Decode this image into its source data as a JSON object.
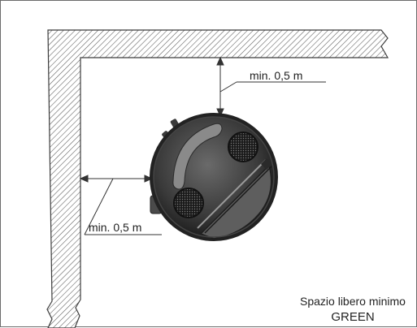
{
  "dimensions": {
    "top_clearance_label": "min. 0,5 m",
    "side_clearance_label": "min. 0,5 m"
  },
  "caption": {
    "line1": "Spazio libero minimo",
    "line2": "GREEN"
  },
  "colors": {
    "wall_hatch": "#5a5a5a",
    "robot_body": "#2b2b2b",
    "robot_top": "#5c5c5c",
    "robot_lid": "#6e6e6e",
    "dimension_line": "#333333"
  }
}
